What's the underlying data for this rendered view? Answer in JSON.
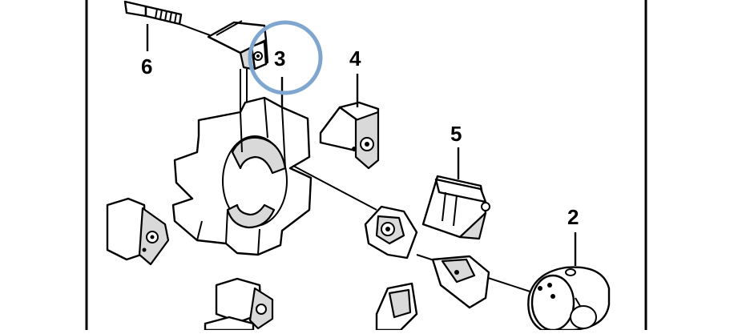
{
  "diagram": {
    "part_labels": {
      "p2": "2",
      "p3": "3",
      "p4": "4",
      "p5": "5",
      "p6": "6"
    },
    "highlight_color": "#7fa6cf",
    "line_color": "#000000",
    "background": "#ffffff"
  }
}
